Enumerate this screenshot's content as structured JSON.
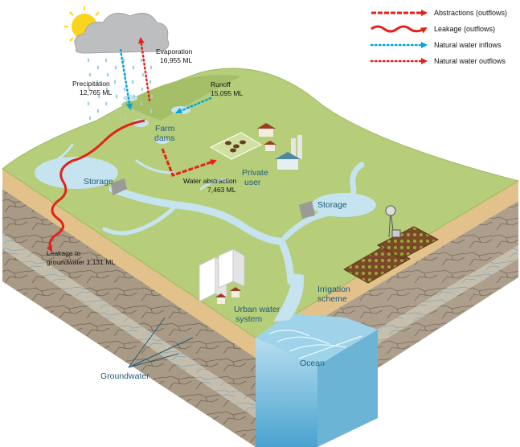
{
  "legend": [
    {
      "label": "Abstractions (outflows)",
      "style": "dashed-arrow",
      "color": "#e2231a"
    },
    {
      "label": "Leakage (outflows)",
      "style": "wavy-arrow",
      "color": "#e2231a"
    },
    {
      "label": "Natural water inflows",
      "style": "dotted-arrow",
      "color": "#00a6d6"
    },
    {
      "label": "Natural water outflows",
      "style": "dotted-arrow",
      "color": "#e2231a"
    }
  ],
  "flows": {
    "evaporation": {
      "name": "Evaporation",
      "value": "16,955 ML"
    },
    "precipitation": {
      "name": "Precipitation",
      "value": "12,765 ML"
    },
    "runoff": {
      "name": "Runoff",
      "value": "15,095 ML"
    },
    "water_abstraction": {
      "name": "Water abstraction",
      "value": "7,463 ML"
    },
    "leakage": {
      "name": "Leakage to",
      "value": "groundwater 1,131 ML"
    }
  },
  "places": {
    "farm_dams": [
      "Farm",
      "dams"
    ],
    "storage_left": "Storage",
    "storage_right": "Storage",
    "private_user": [
      "Private",
      "user"
    ],
    "irrigation": [
      "Irrigation",
      "scheme"
    ],
    "urban": [
      "Urban water",
      "system"
    ],
    "ocean": "Ocean",
    "groundwater": "Groundwater"
  },
  "colors": {
    "land": "#b6cd7a",
    "land_dark": "#a5bf69",
    "water": "#c6e4ef",
    "soil_top": "#e3c18b",
    "rock": "#a99a86",
    "rock_dark": "#8a7b68",
    "ocean": "#7fc0dc",
    "abstraction": "#e2231a",
    "inflow": "#00a6d6"
  }
}
